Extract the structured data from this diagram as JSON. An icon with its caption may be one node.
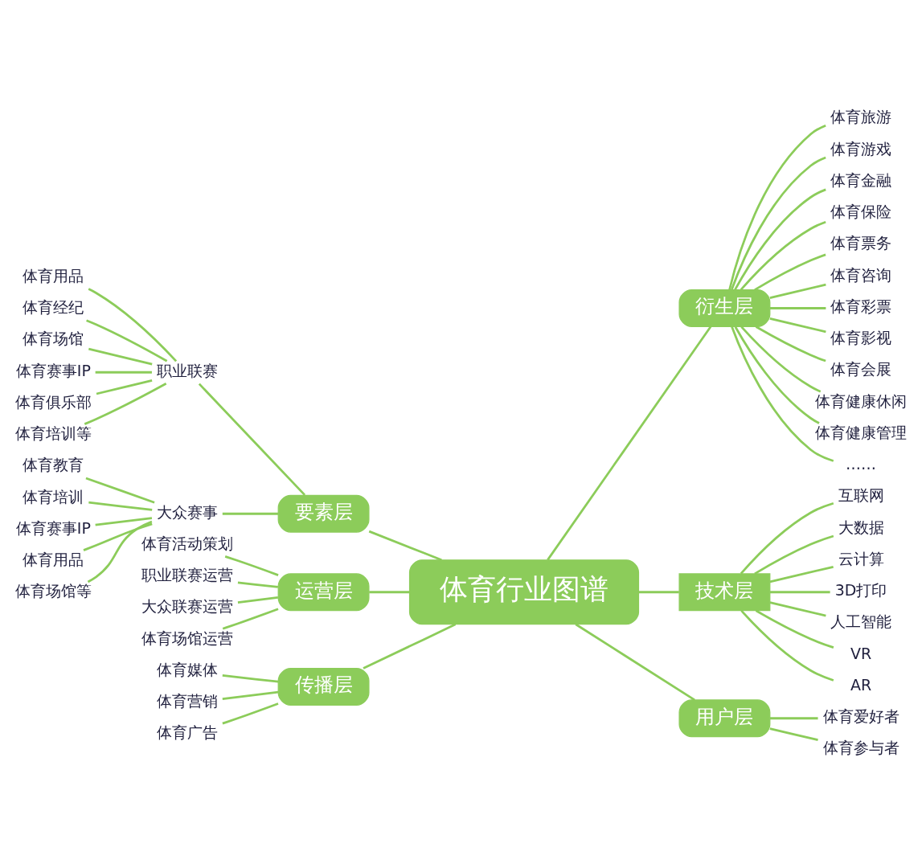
{
  "diagram": {
    "nodes": [
      {
        "text": [
          "体育行业图谱"
        ]
      },
      {
        "text": [
          "要素层"
        ]
      },
      {
        "text": [
          "职业联赛"
        ]
      },
      {
        "text": [
          "体育用品"
        ]
      },
      {
        "text": [
          "体育经纪"
        ]
      },
      {
        "text": [
          "体育场馆"
        ]
      },
      {
        "text": [
          "体育赛事IP"
        ]
      },
      {
        "text": [
          "体育俱乐部"
        ]
      },
      {
        "text": [
          "体育培训等"
        ]
      },
      {
        "text": [
          "大众赛事"
        ]
      },
      {
        "text": [
          "体育教育"
        ]
      },
      {
        "text": [
          "体育培训"
        ]
      },
      {
        "text": [
          "体育赛事IP"
        ]
      },
      {
        "text": [
          "体育用品"
        ]
      },
      {
        "text": [
          "体育场馆等"
        ]
      },
      {
        "text": [
          "运营层"
        ]
      },
      {
        "text": [
          "体育活动策划"
        ]
      },
      {
        "text": [
          "职业联赛运营"
        ]
      },
      {
        "text": [
          "大众联赛运营"
        ]
      },
      {
        "text": [
          "体育场馆运营"
        ]
      },
      {
        "text": [
          "传播层"
        ]
      },
      {
        "text": [
          "体育媒体"
        ]
      },
      {
        "text": [
          "体育营销"
        ]
      },
      {
        "text": [
          "体育广告"
        ]
      },
      {
        "text": [
          "衍生层"
        ]
      },
      {
        "text": [
          "体育旅游"
        ]
      },
      {
        "text": [
          "体育游戏"
        ]
      },
      {
        "text": [
          "体育金融"
        ]
      },
      {
        "text": [
          "体育保险"
        ]
      },
      {
        "text": [
          "体育票务"
        ]
      },
      {
        "text": [
          "体育咨询"
        ]
      },
      {
        "text": [
          "体育彩票"
        ]
      },
      {
        "text": [
          "体育影视"
        ]
      },
      {
        "text": [
          "体育会展"
        ]
      },
      {
        "text": [
          "体育健康休闲"
        ]
      },
      {
        "text": [
          "体育健康管理"
        ]
      },
      {
        "text": [
          "……"
        ]
      },
      {
        "text": [
          "技术层"
        ]
      },
      {
        "text": [
          "互联网"
        ]
      },
      {
        "text": [
          "大数据"
        ]
      },
      {
        "text": [
          "云计算"
        ]
      },
      {
        "text": [
          "3D打印"
        ]
      },
      {
        "text": [
          "人工智能"
        ]
      },
      {
        "text": [
          "VR"
        ]
      },
      {
        "text": [
          "AR"
        ]
      },
      {
        "text": [
          "用户层"
        ]
      },
      {
        "text": [
          "体育爱好者"
        ]
      },
      {
        "text": [
          "体育参与者"
        ]
      }
    ],
    "edges": [
      {
        "from": 1,
        "to": 0,
        "arrow": "none"
      },
      {
        "from": 2,
        "to": 1,
        "arrow": "none"
      },
      {
        "from": 3,
        "to": 2,
        "arrow": "none"
      },
      {
        "from": 4,
        "to": 2,
        "arrow": "none"
      },
      {
        "from": 5,
        "to": 2,
        "arrow": "none"
      },
      {
        "from": 6,
        "to": 2,
        "arrow": "none"
      },
      {
        "from": 7,
        "to": 2,
        "arrow": "none"
      },
      {
        "from": 8,
        "to": 2,
        "arrow": "none"
      },
      {
        "from": 9,
        "to": 1,
        "arrow": "none"
      },
      {
        "from": 10,
        "to": 9,
        "arrow": "none"
      },
      {
        "from": 11,
        "to": 9,
        "arrow": "none"
      },
      {
        "from": 12,
        "to": 9,
        "arrow": "none"
      },
      {
        "from": 13,
        "to": 9,
        "arrow": "none"
      },
      {
        "from": 14,
        "to": 9,
        "arrow": "none"
      },
      {
        "from": 15,
        "to": 0,
        "arrow": "none"
      },
      {
        "from": 16,
        "to": 15,
        "arrow": "none"
      },
      {
        "from": 17,
        "to": 15,
        "arrow": "none"
      },
      {
        "from": 18,
        "to": 15,
        "arrow": "none"
      },
      {
        "from": 19,
        "to": 15,
        "arrow": "none"
      },
      {
        "from": 20,
        "to": 0,
        "arrow": "none"
      },
      {
        "from": 21,
        "to": 20,
        "arrow": "none"
      },
      {
        "from": 22,
        "to": 20,
        "arrow": "none"
      },
      {
        "from": 23,
        "to": 20,
        "arrow": "none"
      },
      {
        "from": 0,
        "to": 24,
        "arrow": "none"
      },
      {
        "from": 24,
        "to": 25,
        "arrow": "none"
      },
      {
        "from": 24,
        "to": 26,
        "arrow": "none"
      },
      {
        "from": 24,
        "to": 27,
        "arrow": "none"
      },
      {
        "from": 24,
        "to": 28,
        "arrow": "none"
      },
      {
        "from": 24,
        "to": 29,
        "arrow": "none"
      },
      {
        "from": 24,
        "to": 30,
        "arrow": "none"
      },
      {
        "from": 24,
        "to": 31,
        "arrow": "none"
      },
      {
        "from": 24,
        "to": 32,
        "arrow": "none"
      },
      {
        "from": 24,
        "to": 33,
        "arrow": "none"
      },
      {
        "from": 24,
        "to": 34,
        "arrow": "none"
      },
      {
        "from": 24,
        "to": 35,
        "arrow": "none"
      },
      {
        "from": 24,
        "to": 36,
        "arrow": "none"
      },
      {
        "from": 0,
        "to": 37,
        "arrow": "none"
      },
      {
        "from": 37,
        "to": 38,
        "arrow": "none"
      },
      {
        "from": 37,
        "to": 39,
        "arrow": "none"
      },
      {
        "from": 37,
        "to": 40,
        "arrow": "none"
      },
      {
        "from": 37,
        "to": 41,
        "arrow": "none"
      },
      {
        "from": 37,
        "to": 42,
        "arrow": "none"
      },
      {
        "from": 37,
        "to": 43,
        "arrow": "none"
      },
      {
        "from": 37,
        "to": 44,
        "arrow": "none"
      },
      {
        "from": 0,
        "to": 45,
        "arrow": "none"
      },
      {
        "from": 45,
        "to": 46,
        "arrow": "none"
      },
      {
        "from": 45,
        "to": 47,
        "arrow": "none"
      }
    ]
  }
}
